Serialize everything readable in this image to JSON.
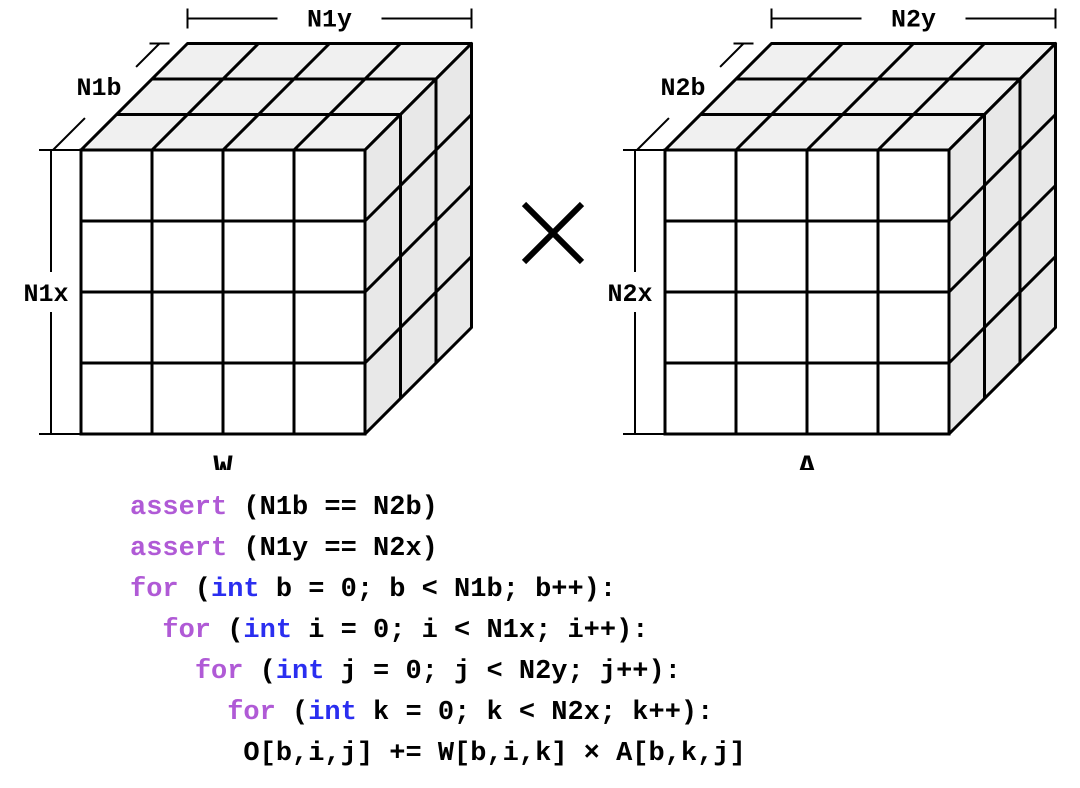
{
  "diagram": {
    "left_tensor": {
      "name": "W",
      "dim_top": "N1y",
      "dim_depth": "N1b",
      "dim_side": "N1x"
    },
    "operator": "×",
    "right_tensor": {
      "name": "A",
      "dim_top": "N2y",
      "dim_depth": "N2b",
      "dim_side": "N2x"
    },
    "grid": {
      "rows": 4,
      "cols": 4,
      "depth": 3
    },
    "colors": {
      "front_face": "#ffffff",
      "side_face": "#e8e8e8",
      "top_face": "#f0f0f0",
      "stroke": "#000000"
    }
  },
  "code": {
    "colors": {
      "keyword": "#b05ad6",
      "type": "#2a2ef0",
      "text": "#000000"
    },
    "lines": [
      {
        "kw": "assert",
        "type": "",
        "rest": " (N1b == N2b)"
      },
      {
        "kw": "assert",
        "type": "",
        "rest": " (N1y == N2x)"
      },
      {
        "kw": "for",
        "pre": " (",
        "type": "int",
        "rest": " b = 0; b < N1b; b++):"
      },
      {
        "indent": "  ",
        "kw": "for",
        "pre": " (",
        "type": "int",
        "rest": " i = 0; i < N1x; i++):"
      },
      {
        "indent": "    ",
        "kw": "for",
        "pre": " (",
        "type": "int",
        "rest": " j = 0; j < N2y; j++):"
      },
      {
        "indent": "      ",
        "kw": "for",
        "pre": " (",
        "type": "int",
        "rest": " k = 0; k < N2x; k++):"
      },
      {
        "indent": "       ",
        "kw": "",
        "type": "",
        "rest": "O[b,i,j] += W[b,i,k] × A[b,k,j]"
      }
    ]
  }
}
